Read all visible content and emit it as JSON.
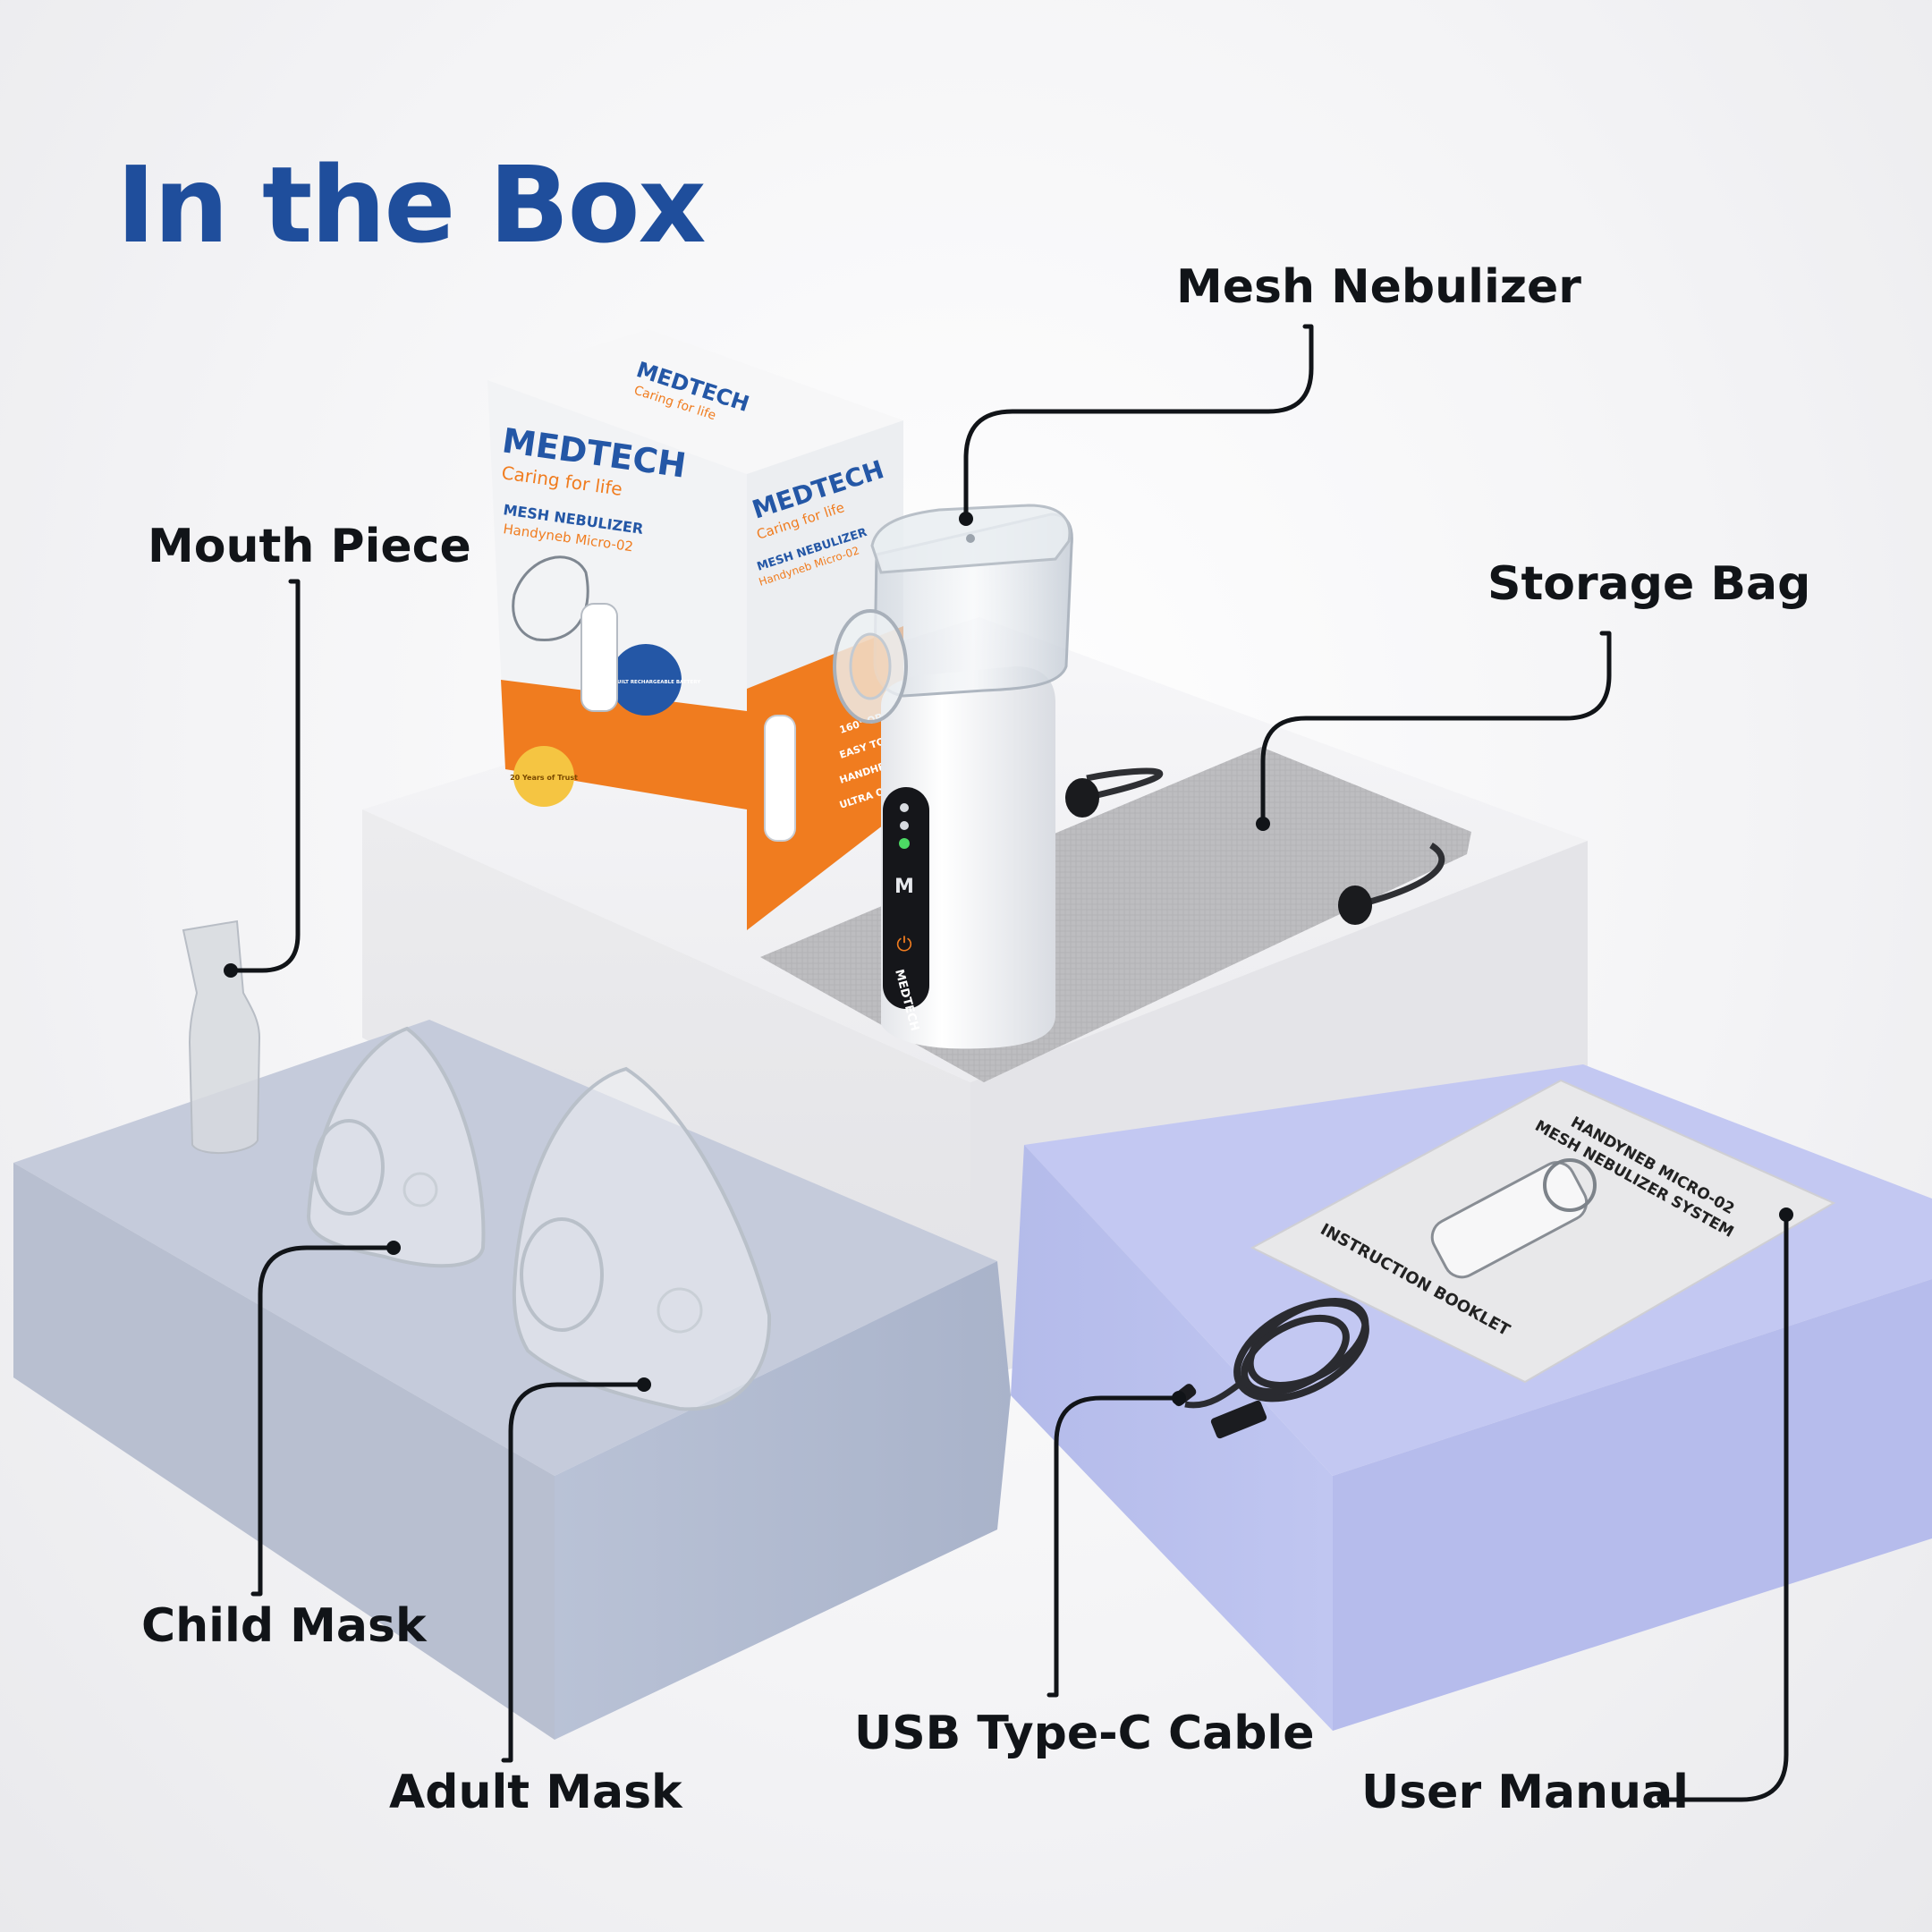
{
  "title": "In the Box",
  "items": {
    "mesh_nebulizer": "Mesh Nebulizer",
    "mouth_piece": "Mouth Piece",
    "storage_bag": "Storage Bag",
    "child_mask": "Child Mask",
    "adult_mask": "Adult Mask",
    "usb_cable": "USB Type-C Cable",
    "user_manual": "User Manual"
  },
  "box": {
    "brand": "MEDTECH",
    "tagline": "Caring for life",
    "product": "MESH NEBULIZER",
    "model": "Handyneb Micro-02",
    "badge": "WITH INBUILT RECHARGEABLE BATTERY",
    "features": [
      "160° OPERATION",
      "EASY TO USE & CLEAN",
      "HANDHELD",
      "ULTRA QUIET"
    ],
    "years_badge": "20 Years of Trust"
  },
  "device": {
    "brand": "MEDTECH",
    "mode_button": "M",
    "power_symbol": "⏻"
  },
  "manual": {
    "line1": "HANDYNEB MICRO-02",
    "line2": "MESH NEBULIZER SYSTEM",
    "line3": "INSTRUCTION BOOKLET"
  },
  "colors": {
    "title": "#1f4e9c",
    "brand_blue": "#2457a6",
    "brand_orange": "#f07c1f",
    "platform_white": "#f1f1f3",
    "platform_blue": "#b8c2d8",
    "platform_lavender": "#bcc2ef"
  }
}
